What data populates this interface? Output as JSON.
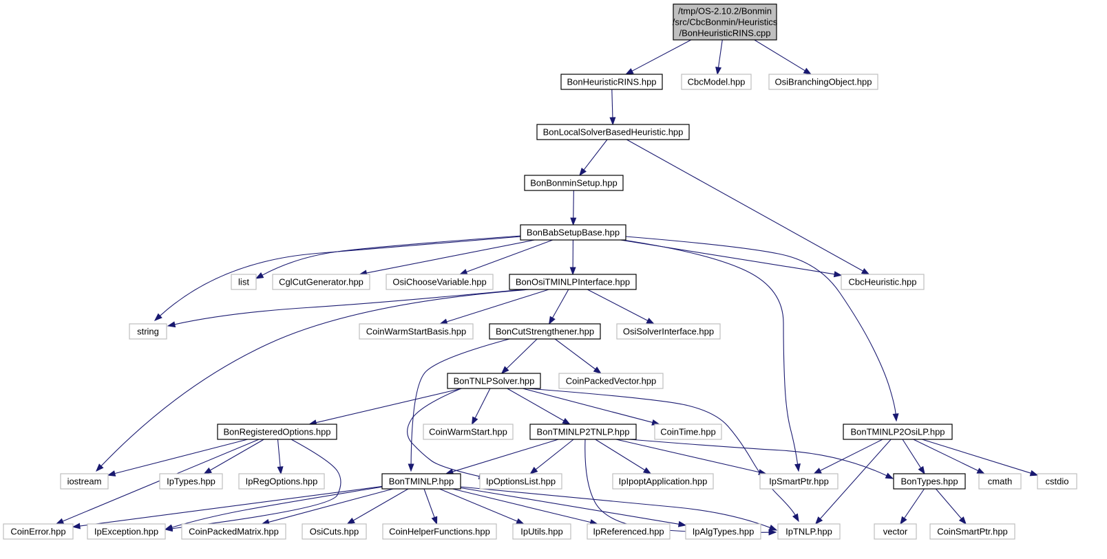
{
  "nodes": [
    {
      "id": "root",
      "lines": [
        "/tmp/OS-2.10.2/Bonmin",
        "/src/CbcBonmin/Heuristics",
        "/BonHeuristicRINS.cpp"
      ],
      "style": "root",
      "name": "file-node-bonheuristicrins-cpp"
    },
    {
      "id": "rinsHpp",
      "lines": [
        "BonHeuristicRINS.hpp"
      ],
      "style": "internal",
      "name": "file-node-bonheuristicrins-hpp"
    },
    {
      "id": "cbcModel",
      "lines": [
        "CbcModel.hpp"
      ],
      "style": "external",
      "name": "file-node-cbcmodel-hpp"
    },
    {
      "id": "osiBranching",
      "lines": [
        "OsiBranchingObject.hpp"
      ],
      "style": "external",
      "name": "file-node-osibranchingobject-hpp"
    },
    {
      "id": "localSolver",
      "lines": [
        "BonLocalSolverBasedHeuristic.hpp"
      ],
      "style": "internal",
      "name": "file-node-bonlocalsolverbasedheuristic-hpp"
    },
    {
      "id": "bonminSetup",
      "lines": [
        "BonBonminSetup.hpp"
      ],
      "style": "internal",
      "name": "file-node-bonbonminsetup-hpp"
    },
    {
      "id": "babSetup",
      "lines": [
        "BonBabSetupBase.hpp"
      ],
      "style": "internal",
      "name": "file-node-bonbabsetupbase-hpp"
    },
    {
      "id": "list",
      "lines": [
        "list"
      ],
      "style": "external",
      "name": "file-node-list"
    },
    {
      "id": "cglCut",
      "lines": [
        "CglCutGenerator.hpp"
      ],
      "style": "external",
      "name": "file-node-cglcutgenerator-hpp"
    },
    {
      "id": "osiChoose",
      "lines": [
        "OsiChooseVariable.hpp"
      ],
      "style": "external",
      "name": "file-node-osichoosevariable-hpp"
    },
    {
      "id": "osiTminlp",
      "lines": [
        "BonOsiTMINLPInterface.hpp"
      ],
      "style": "internal",
      "name": "file-node-bonositminlpinterface-hpp"
    },
    {
      "id": "cbcHeur",
      "lines": [
        "CbcHeuristic.hpp"
      ],
      "style": "external",
      "name": "file-node-cbcheuristic-hpp"
    },
    {
      "id": "string",
      "lines": [
        "string"
      ],
      "style": "external",
      "name": "file-node-string"
    },
    {
      "id": "coinWarmBasis",
      "lines": [
        "CoinWarmStartBasis.hpp"
      ],
      "style": "external",
      "name": "file-node-coinwarmstartbasis-hpp"
    },
    {
      "id": "cutStr",
      "lines": [
        "BonCutStrengthener.hpp"
      ],
      "style": "internal",
      "name": "file-node-boncutstrengthener-hpp"
    },
    {
      "id": "osiSolver",
      "lines": [
        "OsiSolverInterface.hpp"
      ],
      "style": "external",
      "name": "file-node-osisolverinterface-hpp"
    },
    {
      "id": "tnlpSolver",
      "lines": [
        "BonTNLPSolver.hpp"
      ],
      "style": "internal",
      "name": "file-node-bontnlpsolver-hpp"
    },
    {
      "id": "coinPackedVec",
      "lines": [
        "CoinPackedVector.hpp"
      ],
      "style": "external",
      "name": "file-node-coinpackedvector-hpp"
    },
    {
      "id": "regOpt",
      "lines": [
        "BonRegisteredOptions.hpp"
      ],
      "style": "internal",
      "name": "file-node-bonregisteredoptions-hpp"
    },
    {
      "id": "coinWarm",
      "lines": [
        "CoinWarmStart.hpp"
      ],
      "style": "external",
      "name": "file-node-coinwarmstart-hpp"
    },
    {
      "id": "tminlp2tnlp",
      "lines": [
        "BonTMINLP2TNLP.hpp"
      ],
      "style": "internal",
      "name": "file-node-bontminlp2tnlp-hpp"
    },
    {
      "id": "coinTime",
      "lines": [
        "CoinTime.hpp"
      ],
      "style": "external",
      "name": "file-node-cointime-hpp"
    },
    {
      "id": "tminlp2osi",
      "lines": [
        "BonTMINLP2OsiLP.hpp"
      ],
      "style": "internal",
      "name": "file-node-bontminlp2osilp-hpp"
    },
    {
      "id": "iostream",
      "lines": [
        "iostream"
      ],
      "style": "external",
      "name": "file-node-iostream"
    },
    {
      "id": "ipTypes",
      "lines": [
        "IpTypes.hpp"
      ],
      "style": "external",
      "name": "file-node-iptypes-hpp"
    },
    {
      "id": "ipRegOpt",
      "lines": [
        "IpRegOptions.hpp"
      ],
      "style": "external",
      "name": "file-node-ipregoptions-hpp"
    },
    {
      "id": "tminlp",
      "lines": [
        "BonTMINLP.hpp"
      ],
      "style": "internal",
      "name": "file-node-bontminlp-hpp"
    },
    {
      "id": "ipOptList",
      "lines": [
        "IpOptionsList.hpp"
      ],
      "style": "external",
      "name": "file-node-ipoptionslist-hpp"
    },
    {
      "id": "ipoptApp",
      "lines": [
        "IpIpoptApplication.hpp"
      ],
      "style": "external",
      "name": "file-node-ipipoptapplication-hpp"
    },
    {
      "id": "ipSmart",
      "lines": [
        "IpSmartPtr.hpp"
      ],
      "style": "external",
      "name": "file-node-ipsmartptr-hpp"
    },
    {
      "id": "bonTypes",
      "lines": [
        "BonTypes.hpp"
      ],
      "style": "internal",
      "name": "file-node-bontypes-hpp"
    },
    {
      "id": "cmath",
      "lines": [
        "cmath"
      ],
      "style": "external",
      "name": "file-node-cmath"
    },
    {
      "id": "cstdio",
      "lines": [
        "cstdio"
      ],
      "style": "external",
      "name": "file-node-cstdio"
    },
    {
      "id": "coinError",
      "lines": [
        "CoinError.hpp"
      ],
      "style": "external",
      "name": "file-node-coinerror-hpp"
    },
    {
      "id": "ipException",
      "lines": [
        "IpException.hpp"
      ],
      "style": "external",
      "name": "file-node-ipexception-hpp"
    },
    {
      "id": "coinPackedMat",
      "lines": [
        "CoinPackedMatrix.hpp"
      ],
      "style": "external",
      "name": "file-node-coinpackedmatrix-hpp"
    },
    {
      "id": "osiCuts",
      "lines": [
        "OsiCuts.hpp"
      ],
      "style": "external",
      "name": "file-node-osicuts-hpp"
    },
    {
      "id": "coinHelper",
      "lines": [
        "CoinHelperFunctions.hpp"
      ],
      "style": "external",
      "name": "file-node-coinhelperfunctions-hpp"
    },
    {
      "id": "ipUtils",
      "lines": [
        "IpUtils.hpp"
      ],
      "style": "external",
      "name": "file-node-iputils-hpp"
    },
    {
      "id": "ipRef",
      "lines": [
        "IpReferenced.hpp"
      ],
      "style": "external",
      "name": "file-node-ipreferenced-hpp"
    },
    {
      "id": "ipAlgTypes",
      "lines": [
        "IpAlgTypes.hpp"
      ],
      "style": "external",
      "name": "file-node-ipalgtypes-hpp"
    },
    {
      "id": "ipTnlp",
      "lines": [
        "IpTNLP.hpp"
      ],
      "style": "external",
      "name": "file-node-iptnlp-hpp"
    },
    {
      "id": "vector",
      "lines": [
        "vector"
      ],
      "style": "external",
      "name": "file-node-vector"
    },
    {
      "id": "coinSmart",
      "lines": [
        "CoinSmartPtr.hpp"
      ],
      "style": "external",
      "name": "file-node-coinsmartptr-hpp"
    }
  ],
  "edges": [
    [
      "root",
      "rinsHpp"
    ],
    [
      "root",
      "cbcModel"
    ],
    [
      "root",
      "osiBranching"
    ],
    [
      "rinsHpp",
      "localSolver"
    ],
    [
      "localSolver",
      "bonminSetup"
    ],
    [
      "localSolver",
      "cbcHeur"
    ],
    [
      "bonminSetup",
      "babSetup"
    ],
    [
      "babSetup",
      "string"
    ],
    [
      "babSetup",
      "list"
    ],
    [
      "babSetup",
      "cglCut"
    ],
    [
      "babSetup",
      "osiChoose"
    ],
    [
      "babSetup",
      "osiTminlp"
    ],
    [
      "babSetup",
      "cbcHeur"
    ],
    [
      "babSetup",
      "ipSmart"
    ],
    [
      "babSetup",
      "tminlp2osi"
    ],
    [
      "osiTminlp",
      "string"
    ],
    [
      "osiTminlp",
      "iostream"
    ],
    [
      "osiTminlp",
      "coinWarmBasis"
    ],
    [
      "osiTminlp",
      "cutStr"
    ],
    [
      "osiTminlp",
      "osiSolver"
    ],
    [
      "cutStr",
      "tnlpSolver"
    ],
    [
      "cutStr",
      "coinPackedVec"
    ],
    [
      "cutStr",
      "tminlp"
    ],
    [
      "tnlpSolver",
      "regOpt"
    ],
    [
      "tnlpSolver",
      "coinWarm"
    ],
    [
      "tnlpSolver",
      "tminlp2tnlp"
    ],
    [
      "tnlpSolver",
      "coinTime"
    ],
    [
      "tnlpSolver",
      "ipOptList"
    ],
    [
      "tnlpSolver",
      "ipTnlp"
    ],
    [
      "regOpt",
      "iostream"
    ],
    [
      "regOpt",
      "ipTypes"
    ],
    [
      "regOpt",
      "ipRegOpt"
    ],
    [
      "regOpt",
      "coinError"
    ],
    [
      "regOpt",
      "ipException"
    ],
    [
      "tminlp2tnlp",
      "tminlp"
    ],
    [
      "tminlp2tnlp",
      "ipOptList"
    ],
    [
      "tminlp2tnlp",
      "ipoptApp"
    ],
    [
      "tminlp2tnlp",
      "ipSmart"
    ],
    [
      "tminlp2tnlp",
      "bonTypes"
    ],
    [
      "tminlp2tnlp",
      "ipTnlp"
    ],
    [
      "tminlp2osi",
      "ipSmart"
    ],
    [
      "tminlp2osi",
      "bonTypes"
    ],
    [
      "tminlp2osi",
      "cmath"
    ],
    [
      "tminlp2osi",
      "cstdio"
    ],
    [
      "tminlp2osi",
      "ipTnlp"
    ],
    [
      "tminlp",
      "coinError"
    ],
    [
      "tminlp",
      "ipException"
    ],
    [
      "tminlp",
      "coinPackedMat"
    ],
    [
      "tminlp",
      "osiCuts"
    ],
    [
      "tminlp",
      "coinHelper"
    ],
    [
      "tminlp",
      "ipUtils"
    ],
    [
      "tminlp",
      "ipRef"
    ],
    [
      "tminlp",
      "ipAlgTypes"
    ],
    [
      "tminlp",
      "ipTnlp"
    ],
    [
      "bonTypes",
      "vector"
    ],
    [
      "bonTypes",
      "coinSmart"
    ]
  ],
  "colors": {
    "edge": "#191970",
    "root_fill": "#bfbfbf",
    "internal_border": "#000000",
    "external_border": "#bfbfbf",
    "text": "#000000"
  }
}
